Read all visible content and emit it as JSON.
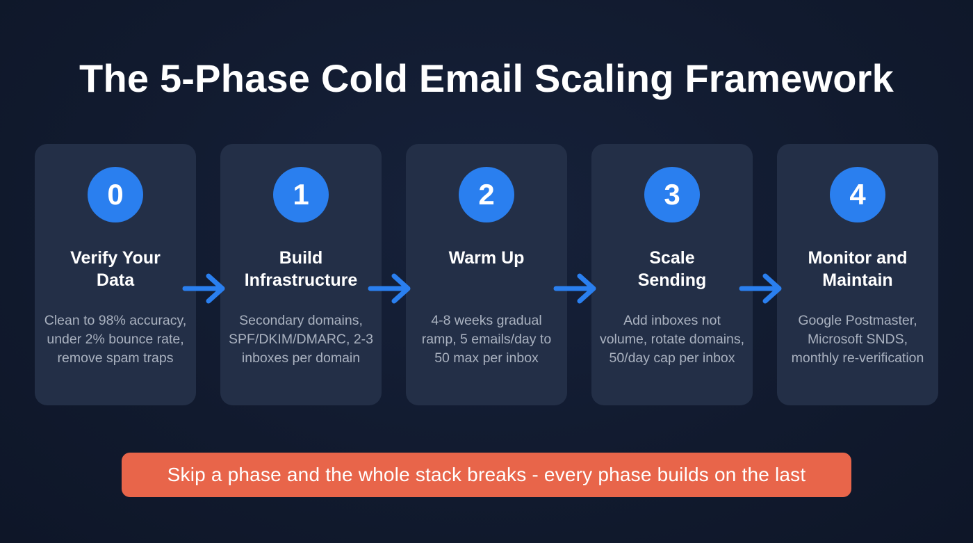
{
  "title": "The 5-Phase Cold Email Scaling Framework",
  "phases": [
    {
      "number": "0",
      "title_line1": "Verify Your",
      "title_line2": "Data",
      "description": "Clean to 98% accuracy, under 2% bounce rate, remove spam traps"
    },
    {
      "number": "1",
      "title_line1": "Build",
      "title_line2": "Infrastructure",
      "description": "Secondary domains, SPF/DKIM/DMARC, 2-3 inboxes per domain"
    },
    {
      "number": "2",
      "title_line1": "Warm Up",
      "title_line2": "",
      "description": "4-8 weeks gradual ramp, 5 emails/day to 50 max per inbox"
    },
    {
      "number": "3",
      "title_line1": "Scale",
      "title_line2": "Sending",
      "description": "Add inboxes not volume, rotate domains, 50/day cap per inbox"
    },
    {
      "number": "4",
      "title_line1": "Monitor and",
      "title_line2": "Maintain",
      "description": "Google Postmaster, Microsoft SNDS, monthly re-verification"
    }
  ],
  "arrow_icon": "arrow-right-icon",
  "footer_banner": "Skip a phase and the whole stack breaks - every phase builds on the last",
  "colors": {
    "background": "#111a2e",
    "card": "#232f47",
    "accent_blue": "#2a7fef",
    "banner": "#e8654a",
    "description_text": "#aab2c0"
  }
}
